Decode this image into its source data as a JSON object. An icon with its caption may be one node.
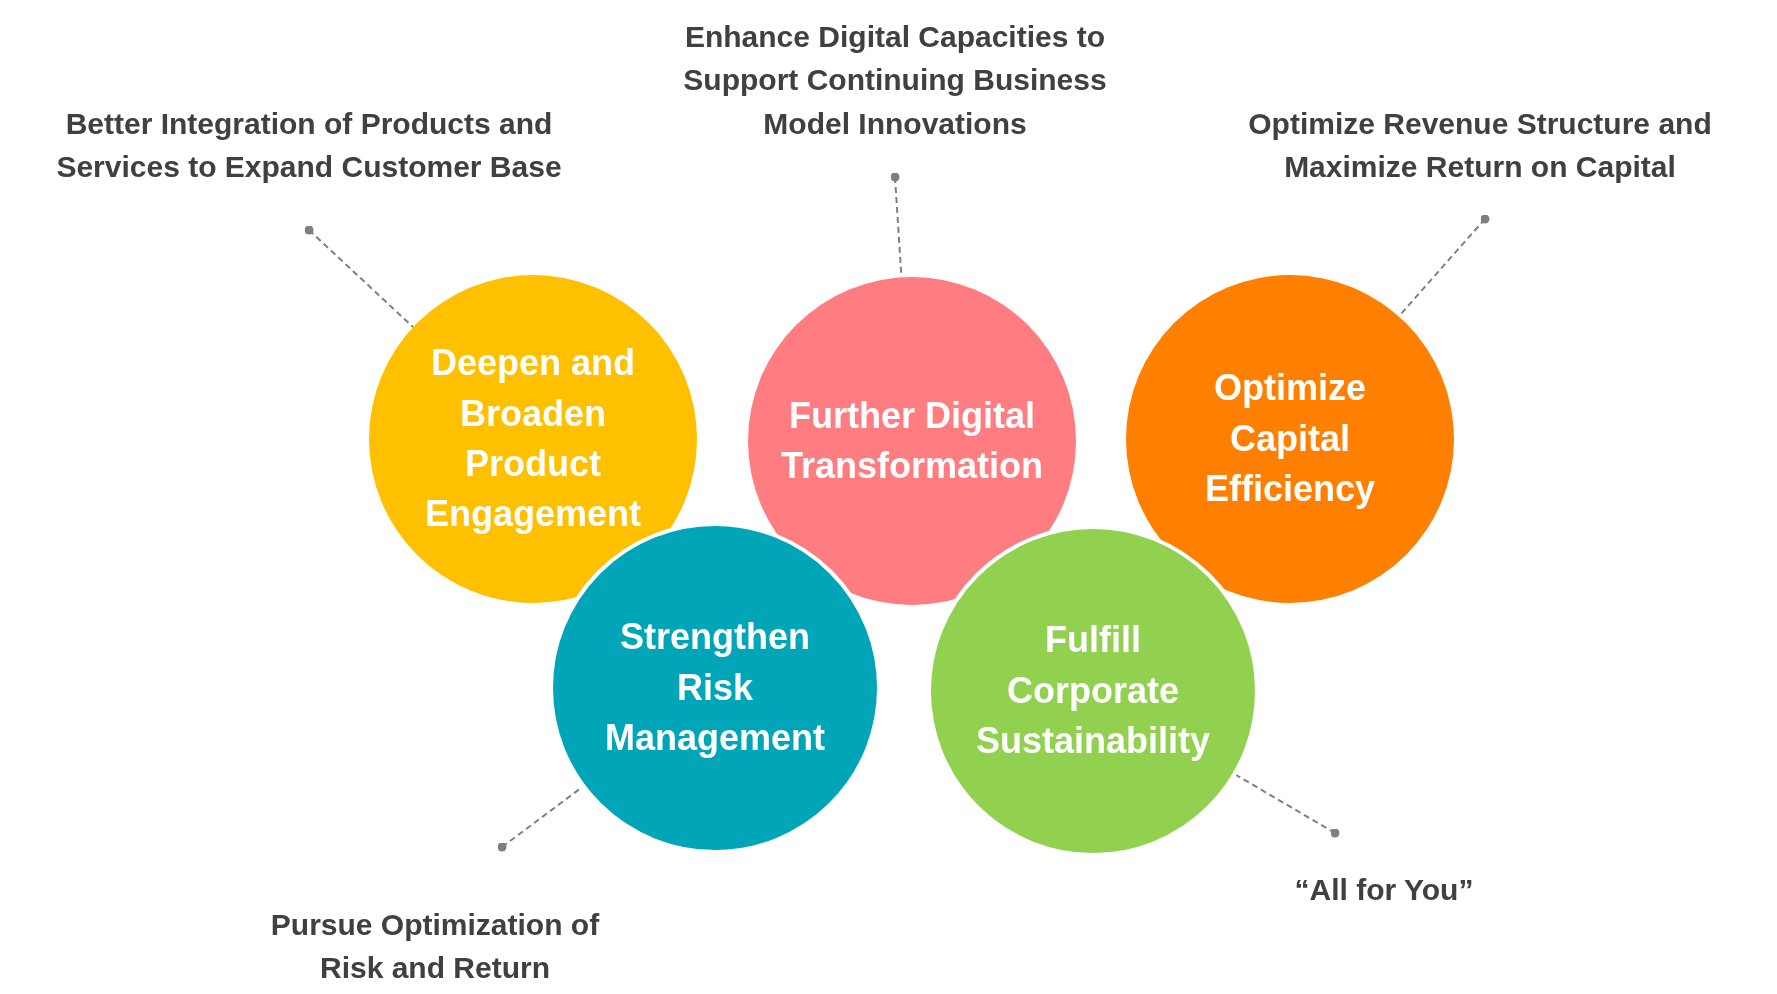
{
  "diagram": {
    "nodes": [
      {
        "text": [
          "Enhance Digital Capacities to Support Continuing Business Model Innovations"
        ]
      },
      {
        "text": [
          "Better Integration of Products and Services to Expand Customer Base"
        ]
      },
      {
        "text": [
          "Optimize Revenue Structure and Maximize Return on Capital"
        ]
      },
      {
        "text": [
          "Deepen and Broaden Product Engagement"
        ]
      },
      {
        "text": [
          "Further Digital Transformation"
        ]
      },
      {
        "text": [
          "Optimize Capital Efficiency"
        ]
      },
      {
        "text": [
          "Strengthen Risk Management"
        ]
      },
      {
        "text": [
          "Fulfill Corporate Sustainability"
        ]
      },
      {
        "text": [
          "Pursue Optimization of Risk and Return"
        ]
      },
      {
        "text": [
          "“All for You”"
        ]
      }
    ],
    "edges": [
      {
        "from": 1,
        "to": 3,
        "arrow": "other",
        "style": "dashed"
      },
      {
        "from": 0,
        "to": 4,
        "arrow": "other",
        "style": "dashed"
      },
      {
        "from": 2,
        "to": 5,
        "arrow": "other",
        "style": "dashed"
      },
      {
        "from": 8,
        "to": 6,
        "arrow": "other",
        "style": "dashed"
      },
      {
        "from": 9,
        "to": 7,
        "arrow": "other",
        "style": "dashed"
      }
    ]
  }
}
